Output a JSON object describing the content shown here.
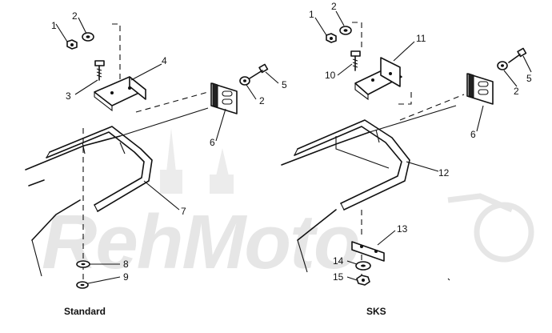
{
  "watermark": "RehMoto",
  "captions": {
    "standard": "Standard",
    "sks": "SKS"
  },
  "callouts": {
    "left": [
      "1",
      "2",
      "3",
      "4",
      "5",
      "2",
      "6",
      "7",
      "8",
      "9"
    ],
    "right": [
      "1",
      "2",
      "10",
      "11",
      "5",
      "2",
      "6",
      "12",
      "13",
      "14",
      "15"
    ]
  }
}
